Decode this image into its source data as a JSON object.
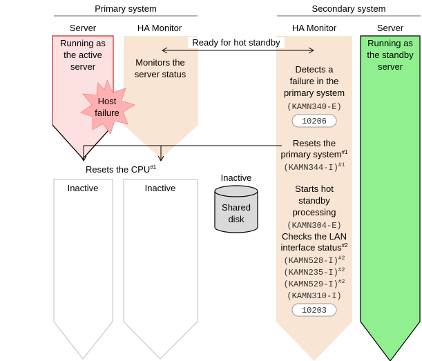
{
  "primary": {
    "title": "Primary system",
    "server_header": "Server",
    "ha_header": "HA Monitor",
    "server_running": [
      "Running as",
      "the active",
      "server"
    ],
    "ha_monitor": [
      "Monitors the",
      "server status"
    ],
    "host_failure": [
      "Host",
      "failure"
    ],
    "resets_cpu": "Resets the CPU",
    "resets_cpu_note": "#1",
    "server_inactive": "Inactive",
    "ha_inactive": "Inactive"
  },
  "shared": {
    "status": "Inactive",
    "disk": [
      "Shared",
      "disk"
    ]
  },
  "link": {
    "ready": "Ready for hot standby"
  },
  "secondary": {
    "title": "Secondary system",
    "ha_header": "HA Monitor",
    "server_header": "Server",
    "server_running": [
      "Running as",
      "the standby",
      "server"
    ],
    "detects": [
      "Detects a",
      "failure in the",
      "primary system"
    ],
    "msg_detect": "(KAMN340-E)",
    "code_detect": "10206",
    "resets_primary": [
      "Resets the",
      "primary system"
    ],
    "resets_primary_note": "#1",
    "msg_reset": "(KAMN344-I)",
    "msg_reset_note": "#1",
    "starts": [
      "Starts hot",
      "standby",
      "processing"
    ],
    "msg_start": "(KAMN304-E)",
    "checks": [
      "Checks the LAN",
      "interface status"
    ],
    "checks_note": "#2",
    "msgs_lan": [
      "(KAMN528-I)",
      "(KAMN235-I)",
      "(KAMN529-I)"
    ],
    "msgs_lan_note": "#2",
    "msg_end": "(KAMN310-I)",
    "code_end": "10203"
  },
  "colors": {
    "active_fill": "#fde0e0",
    "active_stroke": "#c62828",
    "ha_fill": "#f8e5d3",
    "standby_fill": "#90f090",
    "burst_fill": "#ffb0b0",
    "disk_fill": "#d9d9d9"
  }
}
